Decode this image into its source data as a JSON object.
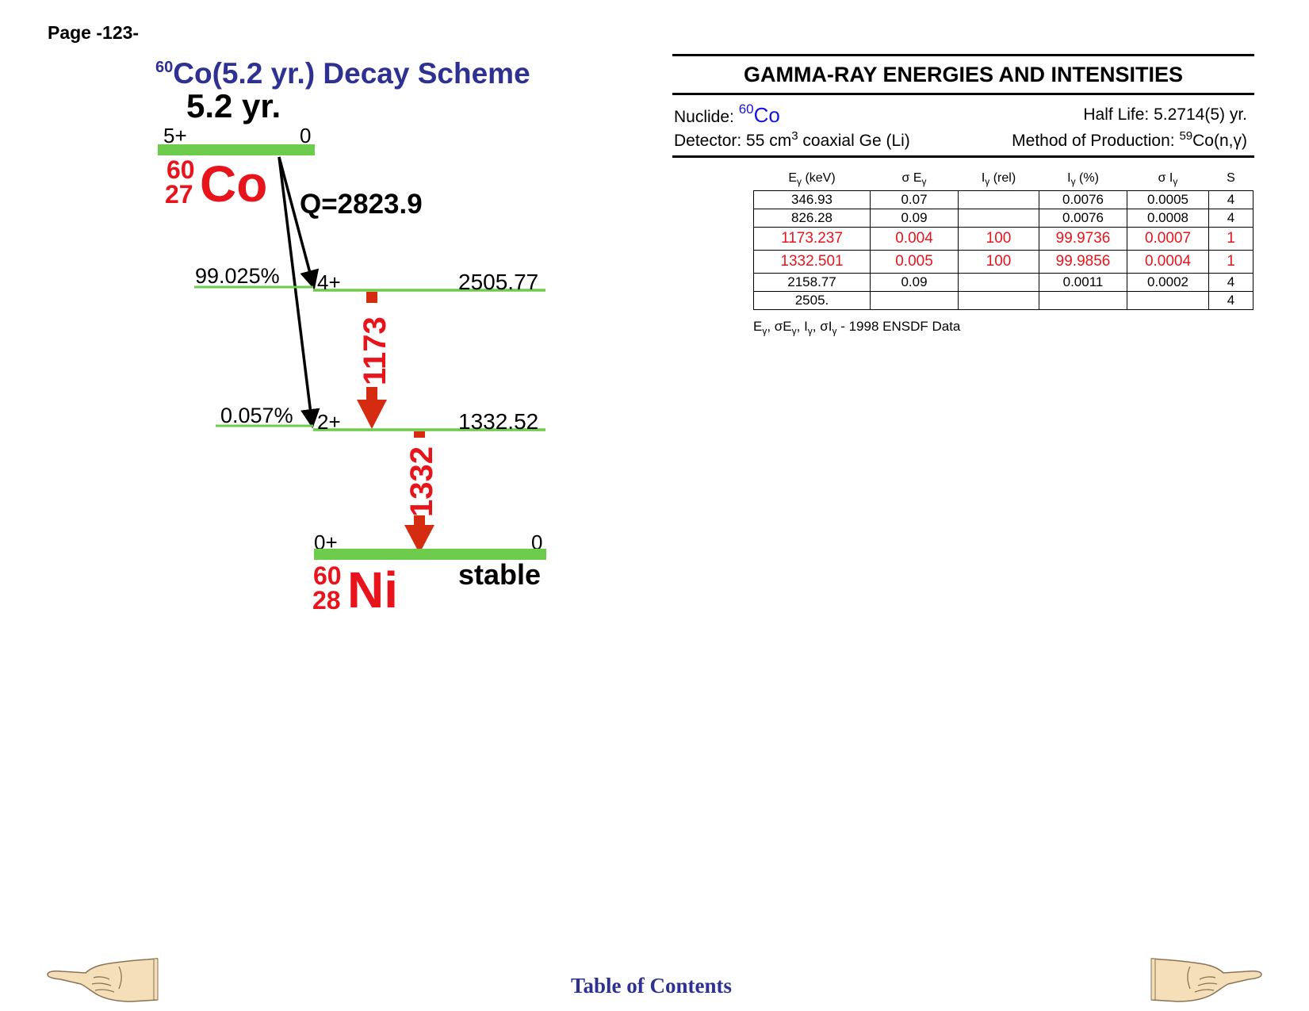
{
  "page": {
    "number_label": "Page -123-"
  },
  "scheme": {
    "title_sup": "60",
    "title_main": "Co(5.2 yr.) Decay Scheme",
    "half_life": "5.2 yr.",
    "parent": {
      "spin": "5+",
      "energy": "0",
      "mass": "60",
      "atomic": "27",
      "symbol": "Co",
      "q_value": "Q=2823.9"
    },
    "levels": [
      {
        "branch": "99.025%",
        "spin": "4+",
        "energy": "2505.77"
      },
      {
        "branch": "0.057%",
        "spin": "2+",
        "energy": "1332.52"
      }
    ],
    "gammas": [
      "1173",
      "1332"
    ],
    "daughter": {
      "spin": "0+",
      "energy": "0",
      "mass": "60",
      "atomic": "28",
      "symbol": "Ni",
      "status": "stable"
    },
    "colors": {
      "level_line": "#6dcc4b",
      "gamma_arrow": "#d42b11",
      "nuclide_red": "#e8141c",
      "title_blue": "#2e3192"
    }
  },
  "gamma_section": {
    "title": "GAMMA-RAY ENERGIES AND INTENSITIES",
    "nuclide_label": "Nuclide: ",
    "nuclide_sup": "60",
    "nuclide_symbol": "Co",
    "half_life": "Half Life: 5.2714(5) yr.",
    "detector_pre": "Detector: 55 cm",
    "detector_sup": "3",
    "detector_post": " coaxial Ge (Li)",
    "method_pre": "Method of Production: ",
    "method_sup": "59",
    "method_post": "Co(n,γ)",
    "columns": [
      {
        "main": "E",
        "sub": "γ",
        "post": " (keV)"
      },
      {
        "main": "σ E",
        "sub": "γ",
        "post": ""
      },
      {
        "main": "I",
        "sub": "γ",
        "post": " (rel)"
      },
      {
        "main": "I",
        "sub": "γ",
        "post": " (%)"
      },
      {
        "main": "σ I",
        "sub": "γ",
        "post": ""
      },
      {
        "main": "S",
        "sub": "",
        "post": ""
      }
    ],
    "rows": [
      [
        "346.93",
        "0.07",
        "",
        "0.0076",
        "0.0005",
        "4"
      ],
      [
        "826.28",
        "0.09",
        "",
        "0.0076",
        "0.0008",
        "4"
      ],
      [
        "1173.237",
        "0.004",
        "100",
        "99.9736",
        "0.0007",
        "1"
      ],
      [
        "1332.501",
        "0.005",
        "100",
        "99.9856",
        "0.0004",
        "1"
      ],
      [
        "2158.77",
        "0.09",
        "",
        "0.0011",
        "0.0002",
        "4"
      ],
      [
        "2505.",
        "",
        "",
        "",
        "",
        "4"
      ]
    ],
    "highlight_rows": [
      2,
      3
    ],
    "footnote_source": " - 1998 ENSDF Data"
  },
  "footer": {
    "toc_label": "Table of Contents"
  },
  "icons": {
    "left": "pointing-hand-left-icon",
    "right": "pointing-hand-right-icon"
  }
}
